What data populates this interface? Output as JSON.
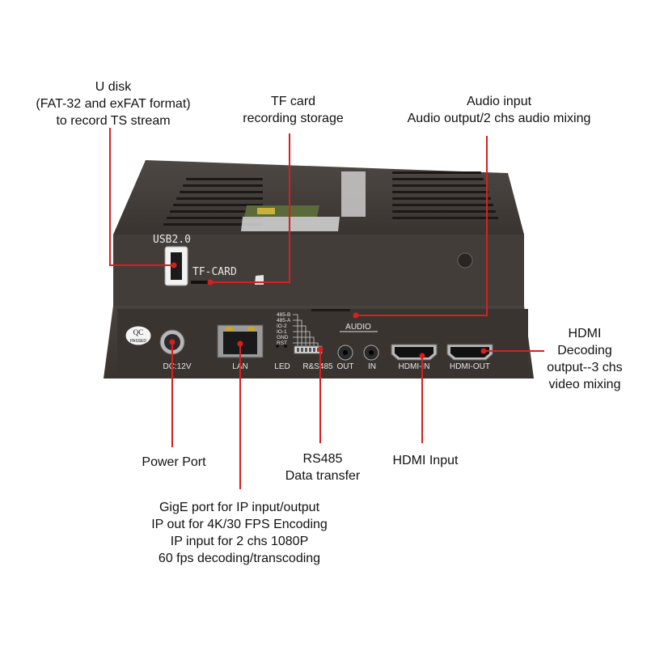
{
  "callouts": {
    "udisk": [
      "U disk",
      "(FAT-32 and exFAT format)",
      "to record TS stream"
    ],
    "tfcard": [
      "TF card",
      "recording storage"
    ],
    "audio": [
      "Audio input",
      "Audio output/2 chs audio mixing"
    ],
    "hdmi_out": [
      "HDMI",
      "Decoding",
      "output--3 chs",
      "video mixing"
    ],
    "power": [
      "Power Port"
    ],
    "rs485": [
      "RS485",
      "Data transfer"
    ],
    "hdmi_in": [
      "HDMI Input"
    ],
    "gige": [
      "GigE port for IP input/output",
      "IP out for 4K/30 FPS Encoding",
      "IP input for 2 chs 1080P",
      "60 fps decoding/transcoding"
    ]
  },
  "device": {
    "usb_label": "USB2.0",
    "tf_label": "TF-CARD",
    "qc_label": "QC",
    "qc_sub": "PASSED",
    "dc_label": "DC:12V",
    "lan_label": "LAN",
    "led_label": "LED",
    "rs485_label": "R&S485",
    "audio_header": "AUDIO",
    "audio_out_label": "OUT",
    "audio_in_label": "IN",
    "hdmi_in_label": "HDMI-IN",
    "hdmi_out_label": "HDMI-OUT",
    "pins": [
      "485-B",
      "485-A",
      "IO-2",
      "IO-1",
      "GND",
      "RST"
    ]
  },
  "colors": {
    "leader": "#d6201f",
    "chassis_top": "#3f3935",
    "chassis_front": "#4b4541",
    "front_panel": "#3a3430"
  }
}
